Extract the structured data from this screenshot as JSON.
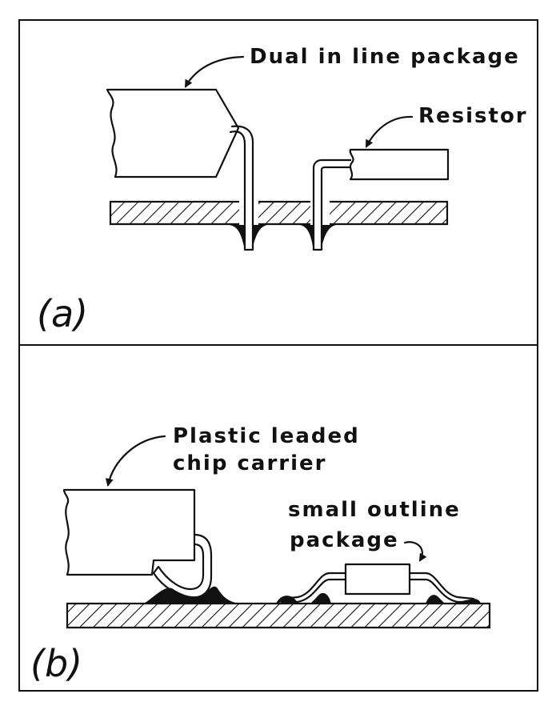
{
  "panel_a": {
    "tag": "(a)",
    "labels": {
      "dip": "Dual in line package",
      "resistor": "Resistor"
    }
  },
  "panel_b": {
    "tag": "(b)",
    "labels": {
      "plcc_line1": "Plastic leaded",
      "plcc_line2": "chip carrier",
      "soic_line1": "small outline",
      "soic_line2": "package"
    }
  },
  "colors": {
    "ink": "#111111",
    "background": "#ffffff"
  }
}
